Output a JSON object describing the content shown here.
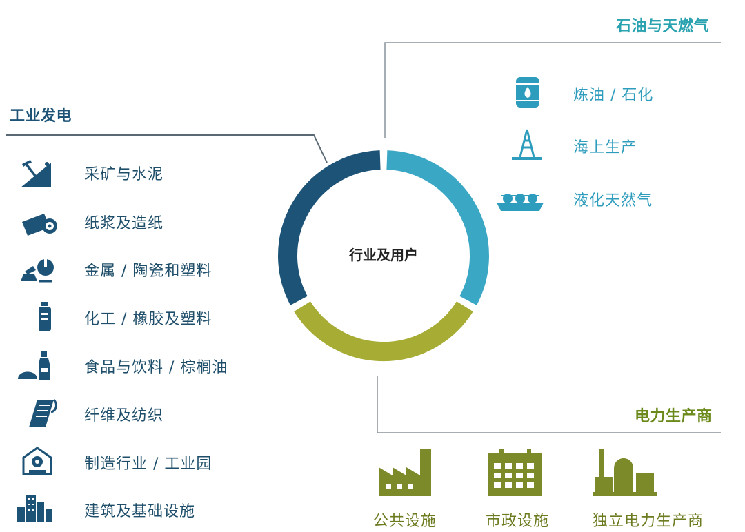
{
  "center": {
    "label": "行业及用户"
  },
  "colors": {
    "industrial": "#1d5377",
    "oil_gas": "#3aa7c5",
    "power": "#a6ac34",
    "power_heading": "#6b8a1b",
    "oil_heading": "#2aa2b0",
    "industrial_heading": "#1d5377"
  },
  "industrial": {
    "heading": "工业发电",
    "items": [
      {
        "label": "采矿与水泥",
        "icon": "mining-icon"
      },
      {
        "label": "纸浆及造纸",
        "icon": "paper-roll-icon"
      },
      {
        "label": "金属 / 陶瓷和塑料",
        "icon": "metal-pour-icon"
      },
      {
        "label": "化工 / 橡胶及塑料",
        "icon": "bottle-icon"
      },
      {
        "label": "食品与饮料 / 棕榈油",
        "icon": "food-bottle-icon"
      },
      {
        "label": "纤维及纺织",
        "icon": "textile-icon"
      },
      {
        "label": "制造行业 / 工业园",
        "icon": "factory-gear-icon"
      },
      {
        "label": "建筑及基础设施",
        "icon": "buildings-icon"
      }
    ]
  },
  "oil_gas": {
    "heading": "石油与天燃气",
    "items": [
      {
        "label": "炼油 / 石化",
        "icon": "oil-barrel-icon"
      },
      {
        "label": "海上生产",
        "icon": "oil-rig-icon"
      },
      {
        "label": "液化天然气",
        "icon": "lng-ship-icon"
      }
    ]
  },
  "power": {
    "heading": "电力生产商",
    "items": [
      {
        "label": "公共设施",
        "icon": "factory-icon"
      },
      {
        "label": "市政设施",
        "icon": "municipal-building-icon"
      },
      {
        "label": "独立电力生产商",
        "icon": "power-plant-icon"
      }
    ]
  }
}
